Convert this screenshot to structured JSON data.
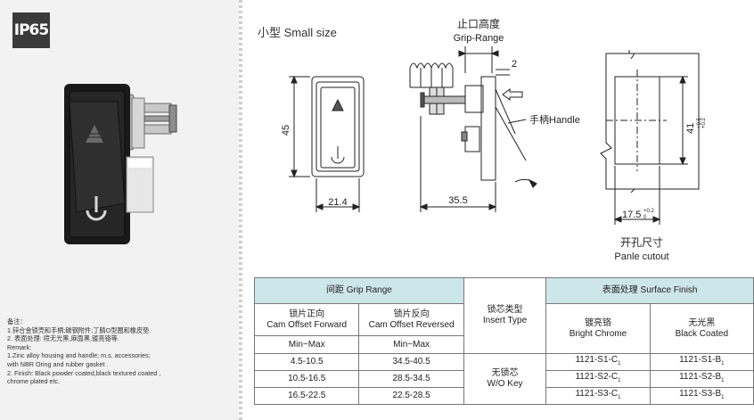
{
  "badge": "IP65",
  "size_title": "小型 Small size",
  "drawing": {
    "dim_height": "45",
    "dim_width": "21.4",
    "grip_cn": "止口高度",
    "grip_en": "Grip-Range",
    "dim_2": "2",
    "dim_depth": "35.5",
    "handle_label": "手柄Handle",
    "cutout_height": "41",
    "cutout_height_tol_upper": "+0.5",
    "cutout_height_tol_lower": "+0.2",
    "cutout_width": "17.5",
    "cutout_width_tol_upper": "+0.2",
    "cutout_width_tol_lower": "0",
    "cutout_cn": "开孔尺寸",
    "cutout_en": "Panle cutout"
  },
  "notes": [
    "备注：",
    "1.锌合金锁壳和手柄;碳钢附件;丁腈O型圈和橡皮垫.",
    "2. 表面处理: 喷无光黑,麻面黑,镀亮铬等.",
    "Remark:",
    "1.Zinc alloy housing and handle; m.s. accessories;",
    "  with NBR Oring and rubber gasket .",
    "2. Finish: Black powder coated,black textured coated ,",
    "chrome plated etc."
  ],
  "table": {
    "grip_range": "间距 Grip Range",
    "cam_forward_cn": "锁片正向",
    "cam_forward_en": "Cam Offset Forward",
    "cam_reversed_cn": "锁片反向",
    "cam_reversed_en": "Cam Offset Reversed",
    "insert_type_cn": "锁芯类型",
    "insert_type_en": "Insert Type",
    "surface_finish": "表面处理 Surface Finish",
    "bright_chrome_cn": "镀亮铬",
    "bright_chrome_en": "Bright Chrome",
    "black_coated_cn": "无光黑",
    "black_coated_en": "Black Coated",
    "minmax_1": "Min~Max",
    "minmax_2": "Min~Max",
    "wo_key_cn": "无锁芯",
    "wo_key_en": "W/O Key",
    "rows": [
      {
        "fwd": "4.5-10.5",
        "rev": "34.5-40.5",
        "chrome": "1121-S1-C",
        "black": "1121-S1-B"
      },
      {
        "fwd": "10.5-16.5",
        "rev": "28.5-34.5",
        "chrome": "1121-S2-C",
        "black": "1121-S2-B"
      },
      {
        "fwd": "16.5-22.5",
        "rev": "22.5-28.5",
        "chrome": "1121-S3-C",
        "black": "1121-S3-B"
      }
    ],
    "sub_index": "1"
  }
}
